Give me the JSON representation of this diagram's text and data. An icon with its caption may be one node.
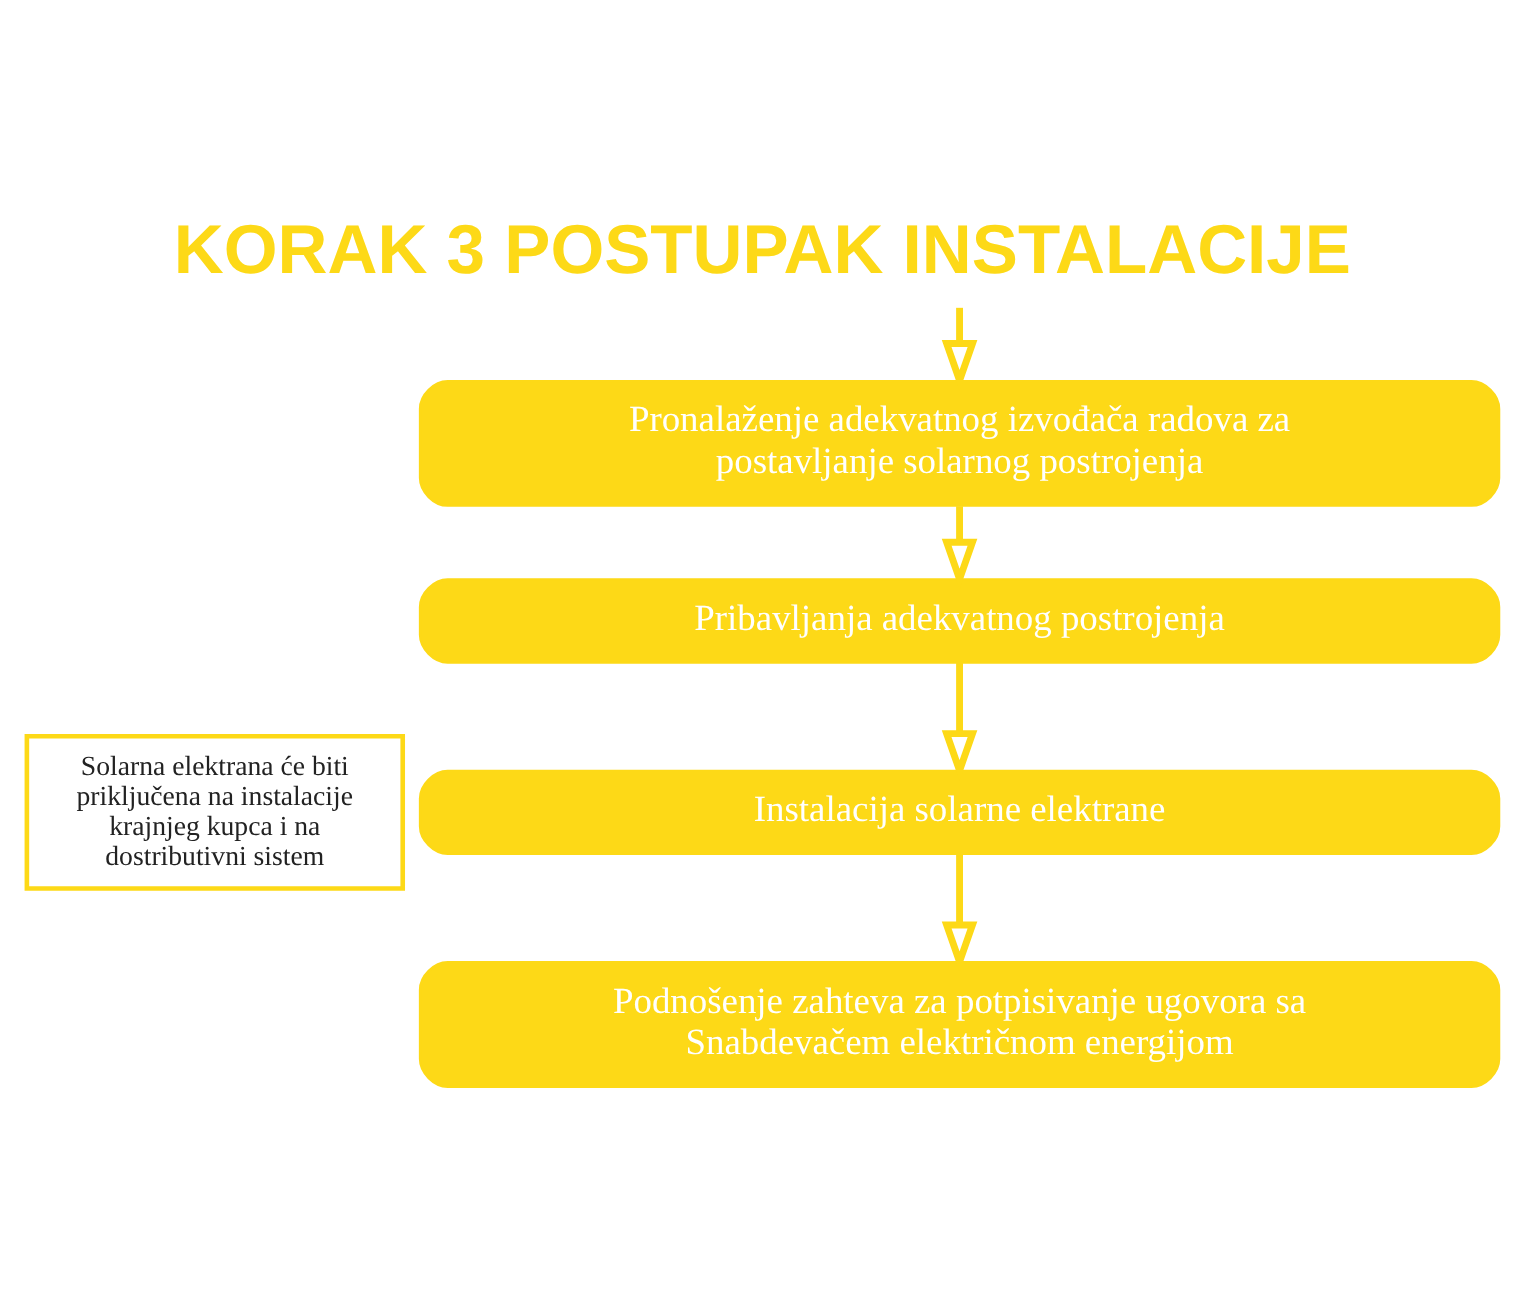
{
  "diagram": {
    "title": "KORAK 3 POSTUPAK INSTALACIJE",
    "nodes": [
      {
        "text": [
          "Pronalaženje adekvatnog izvođača radova za postavljanje solarnog postrojenja"
        ]
      },
      {
        "text": [
          "Pribavljanja adekvatnog postrojenja"
        ]
      },
      {
        "text": [
          "Solarna elektrana će biti priključena na instalacije krajnjeg kupca i na dostributivni sistem"
        ]
      },
      {
        "text": [
          "Instalacija solarne elektrane"
        ]
      },
      {
        "text": [
          "Podnošenje zahteva za potpisivanje ugovora sa Snabdevačem električnom energijom"
        ]
      }
    ],
    "edges": [
      {
        "from": null,
        "to": 0,
        "arrow": "to"
      },
      {
        "from": 0,
        "to": 1,
        "arrow": "to"
      },
      {
        "from": 1,
        "to": 3,
        "arrow": "to"
      },
      {
        "from": 3,
        "to": 4,
        "arrow": "to"
      }
    ]
  }
}
